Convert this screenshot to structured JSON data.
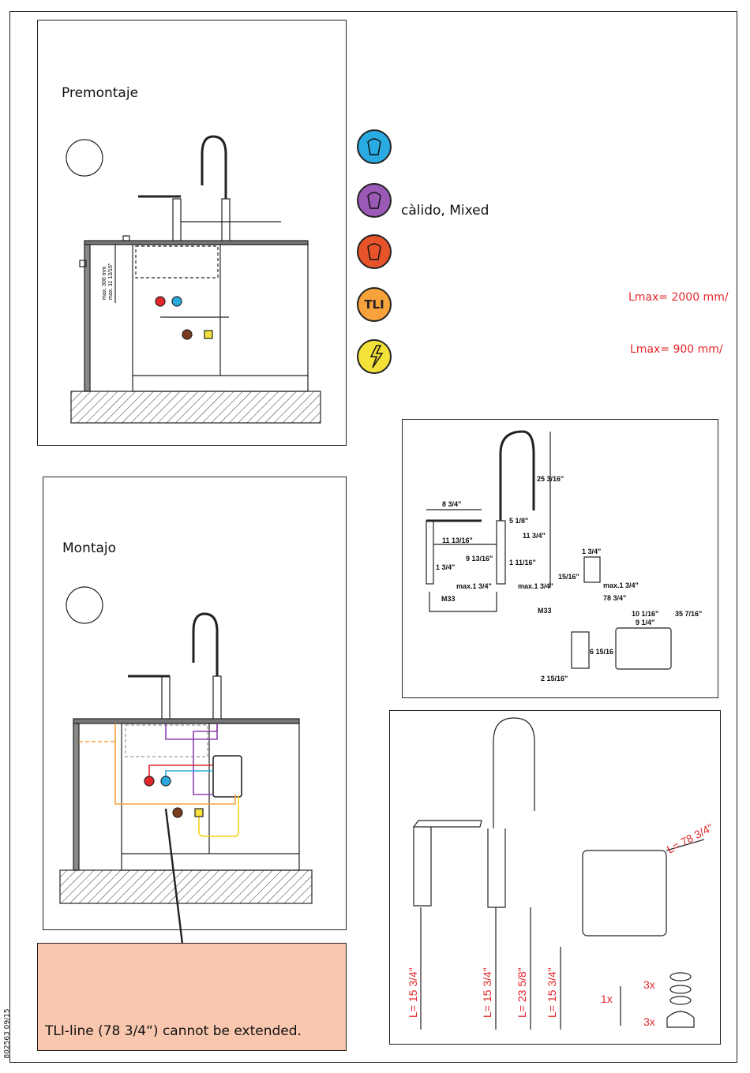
{
  "panels": {
    "premontaje": {
      "title": "Premontaje"
    },
    "montajo": {
      "title": "Montajo"
    }
  },
  "legend": [
    {
      "icon": "cold-water-icon",
      "color": "#29abe2",
      "text": ""
    },
    {
      "icon": "mixed-water-icon",
      "color": "#9b59b6",
      "text": "càlido, Mixed"
    },
    {
      "icon": "hot-water-icon",
      "color": "#e8542a",
      "text": ""
    },
    {
      "icon": "tli-icon",
      "color": "#f7a23b",
      "label": "TLI",
      "text": "",
      "lmax": "Lmax= 2000 mm/"
    },
    {
      "icon": "power-icon",
      "color": "#f4e23a",
      "text": "",
      "lmax": "Lmax= 900 mm/"
    }
  ],
  "dimensions": {
    "labels": [
      "25 3/16\"",
      "8 3/4\"",
      "5 1/8\"",
      "11 3/4\"",
      "11 13/16\"",
      "9 13/16\"",
      "1 11/16\"",
      "1 3/4\"",
      "max.1 3/4\"",
      "max.1 3/4\"",
      "M33",
      "M33",
      "1 3/4\"",
      "15/16\"",
      "max.1 3/4\"",
      "78 3/4\"",
      "10 1/16\"",
      "35 7/16\"",
      "9 1/4\"",
      "6 15/16",
      "2 15/16\""
    ]
  },
  "premontaje_marks": {
    "height_label": "max. 300 mm",
    "height_label_in": "max. 11 13/16\""
  },
  "parts": {
    "hose_lengths": [
      "L= 15 3/4\"",
      "L= 15 3/4\"",
      "L= 23 5/8\"",
      "L= 15 3/4\""
    ],
    "cable_length": "L= 78 3/4\"",
    "qty_1x": "1x",
    "qty_3x_a": "3x",
    "qty_3x_b": "3x"
  },
  "note": {
    "text": "TLI-line (78 3/4“) cannot be extended."
  },
  "document_id": "802563 09/15"
}
